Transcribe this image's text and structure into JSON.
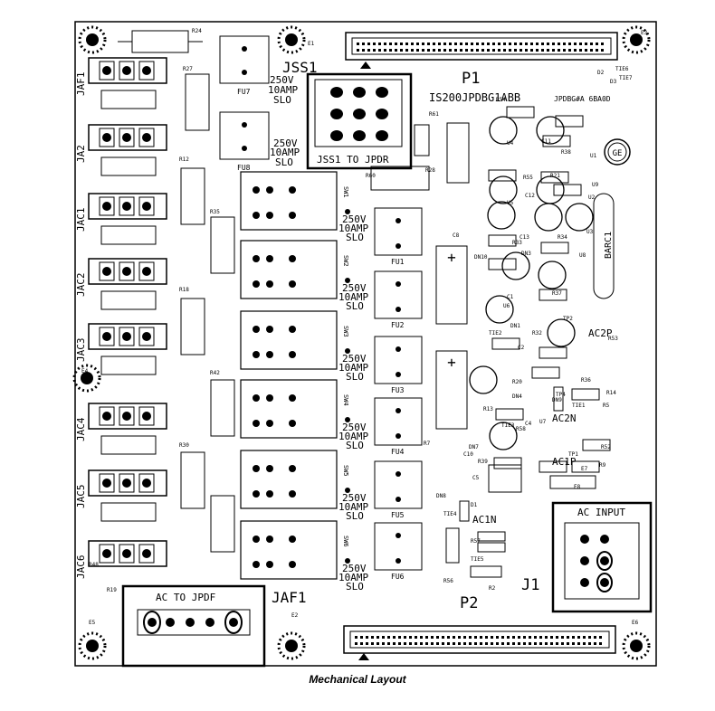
{
  "caption": "Mechanical Layout",
  "board": {
    "part_number": "IS200JPDBG1ABB",
    "board_code": "JPDBG#A 6BA0D",
    "connector_p1": "P1",
    "connector_p2": "P2",
    "connector_j1": "J1",
    "jss1_label": "JSS1",
    "jss1_to_jpdr": "JSS1 TO JPDR",
    "jaf1_label": "JAF1",
    "ac_to_jpdf": "AC TO JPDF",
    "ac_input": "AC INPUT",
    "ac2p": "AC2P",
    "ac2n": "AC2N",
    "ac1p": "AC1P",
    "ac1n": "AC1N",
    "barc1": "BARC1"
  },
  "jacks": [
    "JAF1",
    "JA2",
    "JAC1",
    "JAC2",
    "JAC3",
    "JAC4",
    "JAC5",
    "JAC6"
  ],
  "fuse_rating": [
    "250V",
    "10AMP",
    "SLO"
  ],
  "fuses_top": [
    "FU7",
    "FU8"
  ],
  "fuses_main": [
    "FU1",
    "FU2",
    "FU3",
    "FU4",
    "FU5",
    "FU6"
  ],
  "switches": [
    "SW1",
    "SW2",
    "SW3",
    "SW4",
    "SW5",
    "SW6"
  ],
  "resistor_labels": [
    "R24",
    "R27",
    "R12",
    "R35",
    "R18",
    "R42",
    "R30",
    "R48",
    "R54",
    "R38",
    "R60",
    "R61",
    "R28",
    "R55",
    "R21",
    "R33",
    "R34",
    "R37",
    "R32",
    "R36",
    "R13",
    "R20",
    "R53",
    "R39",
    "R58",
    "R57",
    "R56",
    "R2",
    "R14",
    "R5",
    "R9",
    "R7",
    "R52",
    "R19"
  ],
  "component_labels": [
    "U1",
    "U2",
    "U3",
    "U4",
    "U5",
    "U6",
    "U7",
    "U8",
    "U9",
    "C1",
    "C2",
    "C4",
    "C5",
    "C8",
    "C10",
    "C11",
    "C12",
    "C13",
    "DN1",
    "DN3",
    "DN4",
    "DN7",
    "DN8",
    "DN9",
    "DN10",
    "TIE1",
    "TIE2",
    "TIE3",
    "TIE4",
    "TIE5",
    "TIE6",
    "TIE7",
    "TP1",
    "TP2",
    "TP4",
    "E1",
    "E2",
    "E3",
    "E4",
    "E5",
    "E6",
    "E7",
    "E8",
    "D1",
    "D2",
    "D3"
  ],
  "colors": {
    "ink": "#000000",
    "paper": "#ffffff"
  }
}
